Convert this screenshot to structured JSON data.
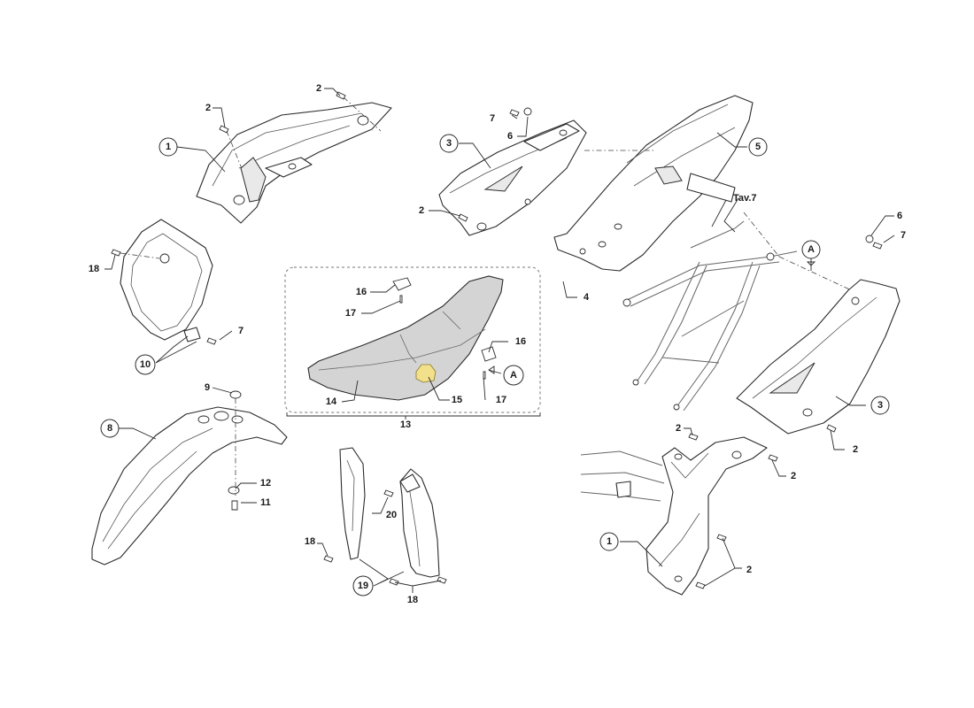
{
  "callouts": {
    "c1_top": "1",
    "c1_bottom": "1",
    "c3_left": "3",
    "c3_right": "3",
    "c5": "5",
    "c8": "8",
    "c10": "10",
    "c19": "19",
    "ref_a_seat": "A",
    "ref_a_frame": "A"
  },
  "labels": {
    "n2_a": "2",
    "n2_b": "2",
    "n2_c": "2",
    "n2_d": "2",
    "n2_e": "2",
    "n2_f": "2",
    "n2_g": "2",
    "n4": "4",
    "n6_a": "6",
    "n6_b": "6",
    "n7_a": "7",
    "n7_b": "7",
    "n7_c": "7",
    "n9": "9",
    "n11": "11",
    "n12": "12",
    "n13": "13",
    "n14": "14",
    "n15": "15",
    "n16_a": "16",
    "n16_b": "16",
    "n17_a": "17",
    "n17_b": "17",
    "n18_a": "18",
    "n18_b": "18",
    "n18_c": "18",
    "n20": "20",
    "tav": "Tav.7"
  }
}
